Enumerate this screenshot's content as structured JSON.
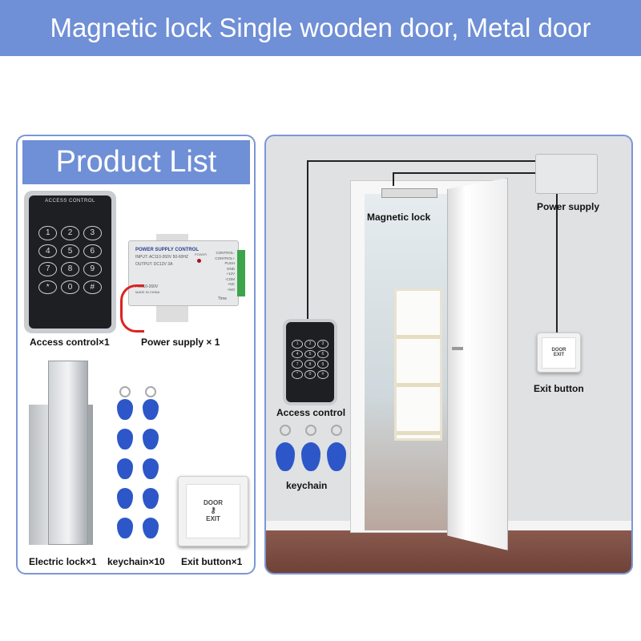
{
  "banner": {
    "title": "Magnetic lock Single wooden door, Metal door"
  },
  "product_list": {
    "title": "Product List",
    "items": [
      {
        "label": "Access control×1"
      },
      {
        "label": "Power supply × 1"
      },
      {
        "label": "Electric lock×1"
      },
      {
        "label": "keychain×10"
      },
      {
        "label": "Exit button×1"
      }
    ]
  },
  "keypad": {
    "title": "ACCESS CONTROL",
    "keys": [
      "1",
      "2",
      "3",
      "4",
      "5",
      "6",
      "7",
      "8",
      "9",
      "*",
      "0",
      "#"
    ]
  },
  "power_supply": {
    "title": "POWER SUPPLY CONTROL",
    "input": "INPUT: AC110-260V 50-60HZ",
    "output": "OUTPUT: DC12V 3A",
    "ac": "AC110-260V",
    "made": "MADE IN CHINA",
    "power": "POWER",
    "terminals": [
      "CONTROL-",
      "CONTROL+",
      "PUSH",
      "GND",
      "+12V",
      "-COM",
      "+NC",
      "+NO"
    ],
    "time": "Time"
  },
  "exit_button": {
    "line1": "DOOR",
    "line2": "EXIT"
  },
  "diagram": {
    "labels": {
      "magnetic_lock": "Magnetic lock",
      "power_supply": "Power supply",
      "access_control": "Access control",
      "exit_button": "Exit button",
      "keychain": "keychain"
    }
  },
  "colors": {
    "accent": "#6f8fd6",
    "border": "#7c97d6",
    "tag": "#2d57c8"
  }
}
